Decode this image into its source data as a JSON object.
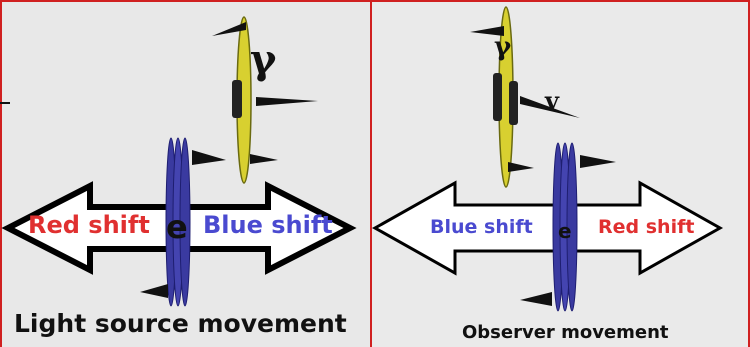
{
  "left_panel": {
    "photon_label": "γ",
    "electron_label": "e",
    "left_arrow_label": "Red shift",
    "right_arrow_label": "Blue shift",
    "caption": "Light source movement"
  },
  "right_panel": {
    "photon_label": "γ",
    "velocity_label": "v",
    "electron_label": "e",
    "left_arrow_label": "Blue shift",
    "right_arrow_label": "Red shift",
    "caption": "Observer movement"
  },
  "colors": {
    "frame": "#d02020",
    "red_text": "#e03030",
    "blue_text": "#4a4ad0",
    "photon_disc": "#d8d030",
    "electron_disc": "#3a3aa0"
  }
}
